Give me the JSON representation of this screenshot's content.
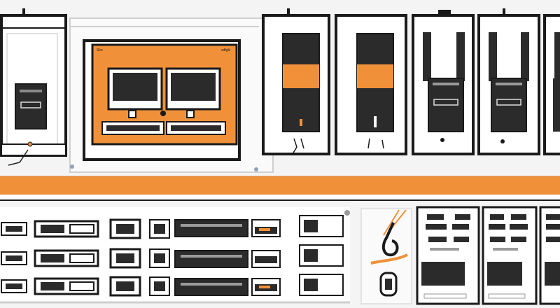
{
  "colors": {
    "background": "#f4f4f4",
    "panel": "#ffffff",
    "outline": "#1a1a1a",
    "dark_screen": "#2b2b2b",
    "accent_orange": "#f0913a",
    "accent_dark_orange": "#d9772a",
    "grey_detail": "#9a9a9a",
    "blue_dot": "#8fa3b8"
  },
  "labels": {
    "monitor_panel_left": "Sko",
    "monitor_panel_right": "sdfgkl"
  },
  "illustration": {
    "subject": "server-rack-equipment",
    "top_units": 6,
    "bottom_slot_rows": 3
  }
}
